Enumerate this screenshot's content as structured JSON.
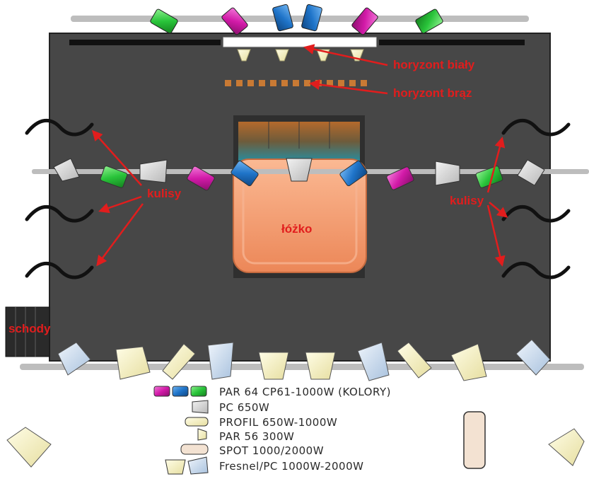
{
  "labels": {
    "horizont_bialy": "horyzont biały",
    "horizont_braz": "horyzont brąz",
    "kulisy_left": "kulisy",
    "kulisy_right": "kulisy",
    "lozko": "łóżko",
    "schody": "schody"
  },
  "legend": [
    {
      "key": "par64",
      "text": "PAR 64  CP61-1000W (KOLORY)"
    },
    {
      "key": "pc",
      "text": "PC 650W"
    },
    {
      "key": "profil",
      "text": "PROFIL  650W-1000W"
    },
    {
      "key": "par56",
      "text": "PAR 56  300W"
    },
    {
      "key": "spot",
      "text": "SPOT 1000/2000W"
    },
    {
      "key": "fresnel",
      "text": "Fresnel/PC 1000W-2000W"
    }
  ],
  "colors": {
    "stage": "#474747",
    "pipe": "#bdbdbd",
    "label": "#e11d1d",
    "magenta": "#d21aa8",
    "blue": "#1f74c9",
    "green": "#29c43a",
    "pc_gray": "#d9d9d9",
    "profil_cream": "#f4f0c4",
    "fresnel_blue": "#c7d8ec",
    "spot": "#f3e2d2",
    "bed": "#f59a6e",
    "headboard": "#2b8a9a"
  }
}
